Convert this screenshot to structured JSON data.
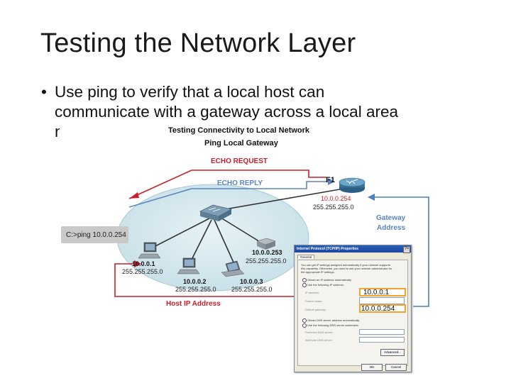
{
  "slide": {
    "title": "Testing the Network Layer",
    "bullet_line1": "Use ping to verify that a local host can",
    "bullet_line2": "communicate with a gateway across a local area",
    "bullet_line3": "n"
  },
  "figure": {
    "title": "Testing Connectivity to Local Network",
    "subtitle": "Ping Local Gateway",
    "echo_request": "ECHO REQUEST",
    "echo_reply": "ECHO REPLY",
    "router_name": "F1",
    "router_ip": "10.0.0.254",
    "router_mask": "255.255.255.0",
    "gateway_label_1": "Gateway",
    "gateway_label_2": "Address",
    "prompt": "C:>ping 10.0.0.254",
    "host1_ip": "10.0.0.1",
    "host1_mask": "255.255.255.0",
    "host2_ip": "10.0.0.2",
    "host2_mask": "255.255.255.0",
    "host3_ip": "10.0.0.3",
    "host3_mask": "255.255.255.0",
    "printer_ip": "10.0.0.253",
    "printer_mask": "255.255.255.0",
    "host_ip_label": "Host IP Address",
    "colors": {
      "request": "#c8202a",
      "reply": "#5a86c2",
      "gateway_arrow": "#4a7fc0",
      "highlight": "#f2a52c"
    }
  },
  "dialog": {
    "title": "Internet Protocol (TCP/IP) Properties",
    "close": "?×",
    "tab": "General",
    "desc1": "You can get IP settings assigned automatically if your network supports",
    "desc2": "this capability. Otherwise, you need to ask your network administrator for",
    "desc3": "the appropriate IP settings.",
    "opt_auto": "Obtain an IP address automatically",
    "opt_manual": "Use the following IP address:",
    "ip_label": "IP address:",
    "mask_label": "Subnet mask:",
    "gw_label": "Default gateway:",
    "ip_value": "10.0.0.1",
    "gw_value": "10.0.0.254",
    "dns_auto": "Obtain DNS server address automatically",
    "dns_manual": "Use the following DNS server addresses:",
    "pref_dns": "Preferred DNS server:",
    "alt_dns": "Alternate DNS server:",
    "advanced": "Advanced...",
    "ok": "OK",
    "cancel": "Cancel"
  }
}
